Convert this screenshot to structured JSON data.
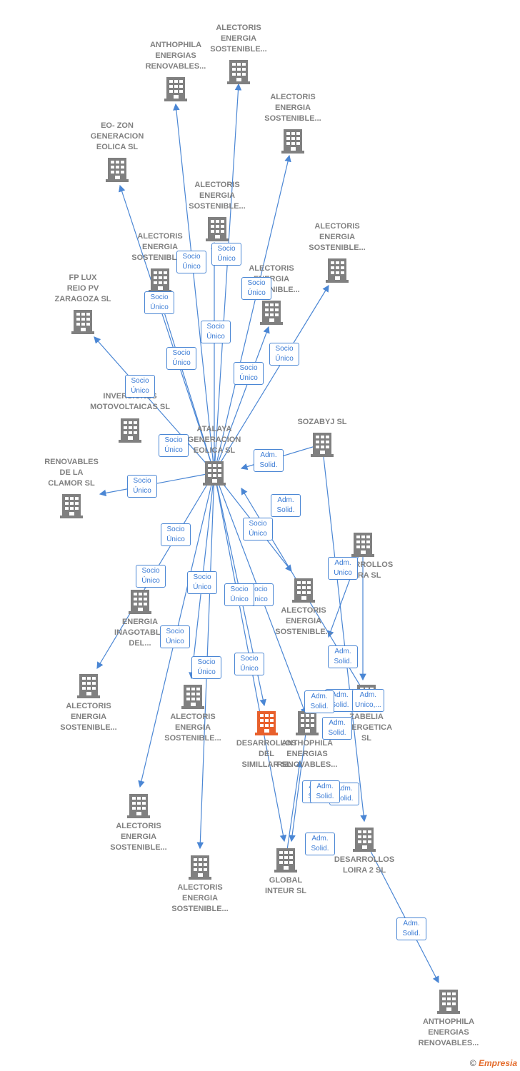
{
  "colors": {
    "edge": "#4a86d4",
    "node": "#808080",
    "focus": "#e8602c",
    "box_text": "#3a7bd5"
  },
  "nodes": [
    {
      "id": "alectoris_top",
      "label": "ALECTORIS\nENERGIA\nSOSTENIBLE...",
      "icon": "building-icon"
    },
    {
      "id": "anthophila_top",
      "label": "ANTHOPHILA\nENERGIAS\nRENOVABLES...",
      "icon": "building-icon"
    },
    {
      "id": "alectoris_2",
      "label": "ALECTORIS\nENERGIA\nSOSTENIBLE...",
      "icon": "building-icon"
    },
    {
      "id": "eozon",
      "label": "EO- ZON\nGENERACION\nEOLICA SL",
      "icon": "building-icon"
    },
    {
      "id": "alectoris_3",
      "label": "ALECTORIS\nENERGIA\nSOSTENIBLE...",
      "icon": "building-icon"
    },
    {
      "id": "alectoris_4",
      "label": "ALECTORIS\nENERGIA\nSOSTENIBLE...",
      "icon": "building-icon"
    },
    {
      "id": "alectoris_5",
      "label": "ALECTORIS\nENERGIA\nSOSTENIBLE...",
      "icon": "building-icon"
    },
    {
      "id": "alectoris_6",
      "label": "ALECTORIS\nENERGIA\nSOSTENIBLE...",
      "icon": "building-icon"
    },
    {
      "id": "fplux",
      "label": "FP LUX\nREIO PV\nZARAGOZA SL",
      "icon": "building-icon"
    },
    {
      "id": "inversiones",
      "label": "INVERSIONES\nMOTOVOLTAICAS SL",
      "icon": "building-icon"
    },
    {
      "id": "atalaya",
      "label": "ATALAYA\nGENERACION\nEOLICA SL",
      "icon": "building-icon"
    },
    {
      "id": "sozabyj",
      "label": "SOZABYJ SL",
      "icon": "building-icon"
    },
    {
      "id": "renovables_clamor",
      "label": "RENOVABLES\nDE LA\nCLAMOR SL",
      "icon": "building-icon"
    },
    {
      "id": "desarrollos_loira",
      "label": "DESARROLLOS\nLOIRA SL",
      "icon": "building-icon"
    },
    {
      "id": "energia_inagotable",
      "label": "ENERGIA\nINAGOTABLE\nDEL...",
      "icon": "building-icon"
    },
    {
      "id": "alectoris_7",
      "label": "ALECTORIS\nENERGIA\nSOSTENIBLE...",
      "icon": "building-icon"
    },
    {
      "id": "alectoris_8",
      "label": "ALECTORIS\nENERGIA\nSOSTENIBLE...",
      "icon": "building-icon"
    },
    {
      "id": "alectoris_9",
      "label": "ALECTORIS\nENERGIA\nSOSTENIBLE...",
      "icon": "building-icon"
    },
    {
      "id": "desarrollos_simillar",
      "label": "DESARROLLOS\nDEL\nSIMILLAR SL",
      "icon": "building-icon",
      "focus": true
    },
    {
      "id": "anthophila_mid",
      "label": "ANTHOPHILA\nENERGIAS\nRENOVABLES...",
      "icon": "building-icon"
    },
    {
      "id": "zabelia",
      "label": "ZABELIA\nENERGETICA\nSL",
      "icon": "building-icon"
    },
    {
      "id": "alectoris_10",
      "label": "ALECTORIS\nENERGIA\nSOSTENIBLE...",
      "icon": "building-icon"
    },
    {
      "id": "alectoris_11",
      "label": "ALECTORIS\nENERGIA\nSOSTENIBLE...",
      "icon": "building-icon"
    },
    {
      "id": "global_inteur",
      "label": "GLOBAL\nINTEUR SL",
      "icon": "building-icon"
    },
    {
      "id": "desarrollos_loira2",
      "label": "DESARROLLOS\nLOIRA 2 SL",
      "icon": "building-icon"
    },
    {
      "id": "anthophila_bottom",
      "label": "ANTHOPHILA\nENERGIAS\nRENOVABLES...",
      "icon": "building-icon"
    }
  ],
  "edge_labels": {
    "socio_unico": "Socio\nÚnico",
    "adm_solid": "Adm.\nSolid.",
    "adm_unico": "Adm.\nUnico",
    "adm_unico_trunc": "Adm.\nUnico,...",
    "adm_solid_trunc": "Adm.\nSolid."
  },
  "footer": {
    "copyright": "©",
    "brand": "Empresia"
  }
}
